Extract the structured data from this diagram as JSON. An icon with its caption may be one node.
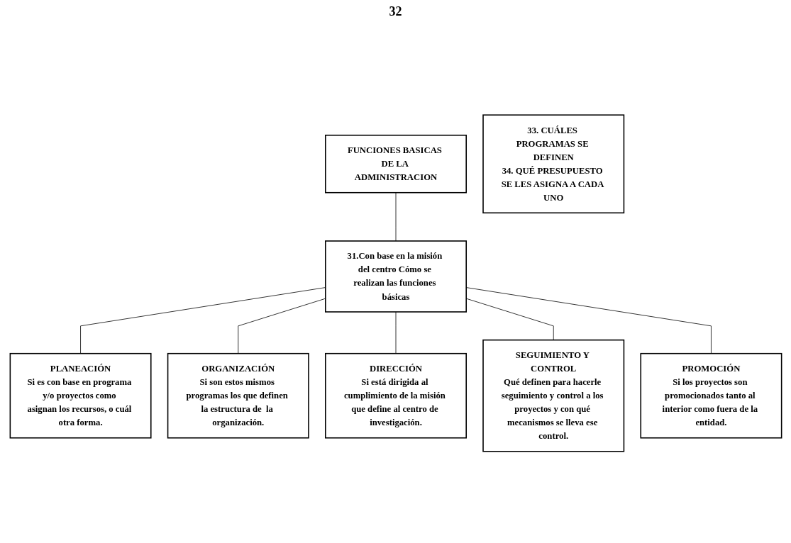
{
  "diagram": {
    "nodes": [
      {
        "text": [
          "FUNCIONES BASICAS DE LA ADMINISTRACION"
        ]
      },
      {
        "text": [
          "31.Con base en la misión del centro Cómo se realizan las funciones básicas"
        ]
      },
      {
        "text": [
          "PLANEACIÓN",
          "Si es con base en programa y/o proyectos como asignan los recursos, o cuál otra forma."
        ]
      },
      {
        "text": [
          "ORGANIZACIÓN",
          "Si son estos mismos programas los que definen la estructura de  la organización."
        ]
      },
      {
        "text": [
          "DIRECCIÓN",
          "Si está dirigida al cumplimiento de la misión que define al centro de investigación."
        ]
      },
      {
        "text": [
          "SEGUIMIENTO Y CONTROL",
          "Qué definen para hacerle seguimiento y control a los proyectos y con qué mecanismos se lleva ese control."
        ]
      },
      {
        "text": [
          "PROMOCIÓN",
          "Si los proyectos son promocionados tanto al interior como fuera de la entidad."
        ]
      },
      {
        "text": [
          "33. CUÁLES PROGRAMAS SE DEFINEN",
          "34. QUÉ PRESUPUESTO SE LES ASIGNA A CADA UNO"
        ]
      }
    ],
    "edges": [
      {
        "from": 0,
        "to": 1,
        "arrow": "none"
      },
      {
        "from": 1,
        "to": 2,
        "arrow": "none"
      },
      {
        "from": 1,
        "to": 3,
        "arrow": "none"
      },
      {
        "from": 1,
        "to": 4,
        "arrow": "none"
      },
      {
        "from": 1,
        "to": 5,
        "arrow": "none"
      },
      {
        "from": 1,
        "to": 6,
        "arrow": "none"
      }
    ],
    "labels": [
      "32"
    ]
  }
}
